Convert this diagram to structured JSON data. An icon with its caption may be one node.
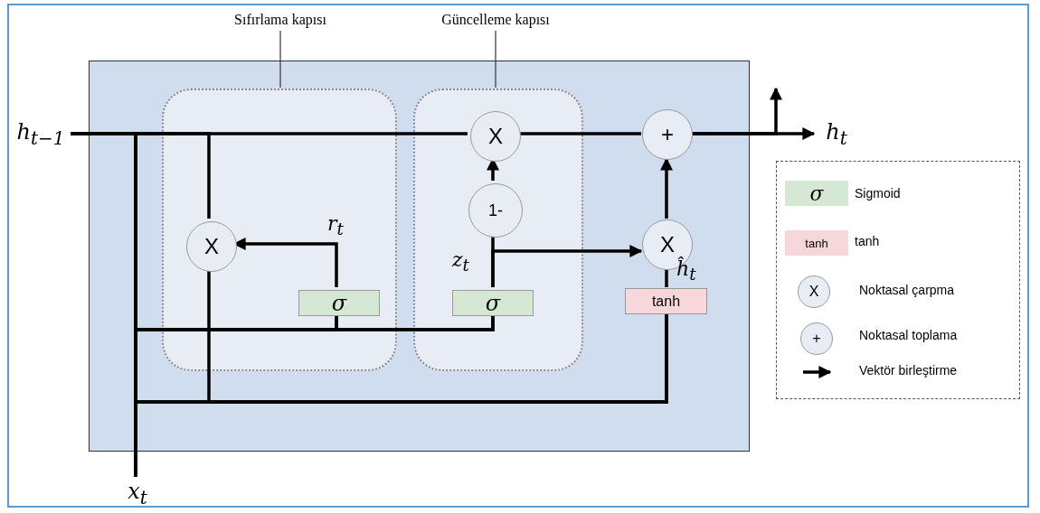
{
  "diagram": {
    "nodes": [
      {
        "text": [
          "h$_{t−1}$"
        ]
      },
      {
        "text": [
          "Sıfırlama kapısı"
        ]
      },
      {
        "text": [
          "Güncelleme kapısı"
        ]
      },
      {
        "text": [],
        "shape": "box"
      },
      {
        "text": [],
        "shape": "box",
        "in": 3
      },
      {
        "text": [],
        "shape": "box",
        "in": 3
      },
      {
        "text": [
          "X"
        ],
        "in": 4
      },
      {
        "text": [
          "σ"
        ],
        "in": 4
      },
      {
        "text": [
          "X"
        ],
        "in": 5
      },
      {
        "text": [
          "1-"
        ],
        "in": 5
      },
      {
        "text": [
          "σ"
        ],
        "in": 5
      },
      {
        "text": [
          "+"
        ],
        "in": 3
      },
      {
        "text": [
          "X"
        ],
        "in": 3
      },
      {
        "text": [
          "tanh"
        ],
        "in": 3
      },
      {
        "text": [
          "h$_{t}$"
        ]
      },
      {
        "text": [
          "x$_{t}$"
        ]
      }
    ],
    "edges": [
      {
        "from": 0,
        "to": 8,
        "arrow": "none"
      },
      {
        "from": 8,
        "to": 11,
        "arrow": "none"
      },
      {
        "from": 11,
        "to": 14,
        "arrow": "to"
      },
      {
        "from": 11,
        "to": null,
        "arrow": "to"
      },
      {
        "from": 0,
        "to": 6,
        "arrow": "none"
      },
      {
        "from": 7,
        "to": 6,
        "arrow": "to",
        "label": "r$_{t}$"
      },
      {
        "from": 10,
        "to": 9,
        "arrow": "none",
        "label": "z$_{t}$"
      },
      {
        "from": 9,
        "to": 8,
        "arrow": "to"
      },
      {
        "from": 10,
        "to": 12,
        "arrow": "to"
      },
      {
        "from": 13,
        "to": 12,
        "arrow": "none",
        "label": "ĥ$_{t}$"
      },
      {
        "from": 12,
        "to": 11,
        "arrow": "to"
      },
      {
        "from": 0,
        "to": 7,
        "arrow": "none"
      },
      {
        "from": 0,
        "to": 10,
        "arrow": "none"
      },
      {
        "from": 15,
        "to": 7,
        "arrow": "none"
      },
      {
        "from": 15,
        "to": 10,
        "arrow": "none"
      },
      {
        "from": 6,
        "to": 13,
        "arrow": "none"
      },
      {
        "from": 15,
        "to": 13,
        "arrow": "none"
      },
      {
        "from": 0,
        "to": 13,
        "arrow": "none"
      },
      {
        "from": 1,
        "to": 4,
        "arrow": "none"
      },
      {
        "from": 2,
        "to": 5,
        "arrow": "none"
      }
    ],
    "labels": [
      "σ",
      "tanh",
      "X",
      "+"
    ],
    "legend": [
      {
        "text": "Sigmoid",
        "color": "#d5e8d4"
      },
      {
        "text": "tanh",
        "color": "#f8d7da"
      },
      {
        "text": "Noktasal çarpma"
      },
      {
        "text": "Noktasal toplama"
      },
      {
        "text": "Vektör birleştirme"
      }
    ]
  }
}
